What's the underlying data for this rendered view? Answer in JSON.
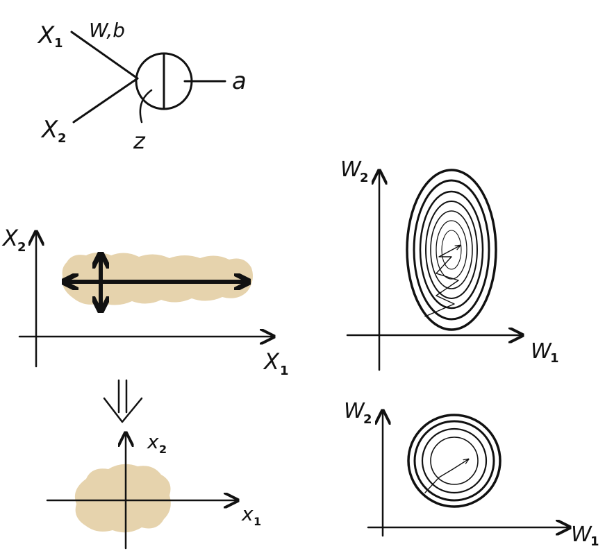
{
  "neuron": {
    "input_x1": "X",
    "input_x1_sub": "1",
    "input_x2": "X",
    "input_x2_sub": "2",
    "weights_label": "W,b",
    "z_label": "z",
    "output_label": "a"
  },
  "unnormalized_features": {
    "x_axis": "X",
    "x_axis_sub": "1",
    "y_axis": "X",
    "y_axis_sub": "2",
    "blob_color": "#e6d3ad"
  },
  "normalized_features": {
    "x_axis": "x",
    "x_axis_sub": "1",
    "y_axis": "x",
    "y_axis_sub": "2",
    "blob_color": "#e6d3ad"
  },
  "arrow_symbol": "⇓",
  "elongated_contours": {
    "x_axis": "W",
    "x_axis_sub": "1",
    "y_axis": "W",
    "y_axis_sub": "2"
  },
  "circular_contours": {
    "x_axis": "W",
    "x_axis_sub": "1",
    "y_axis": "W",
    "y_axis_sub": "2"
  }
}
